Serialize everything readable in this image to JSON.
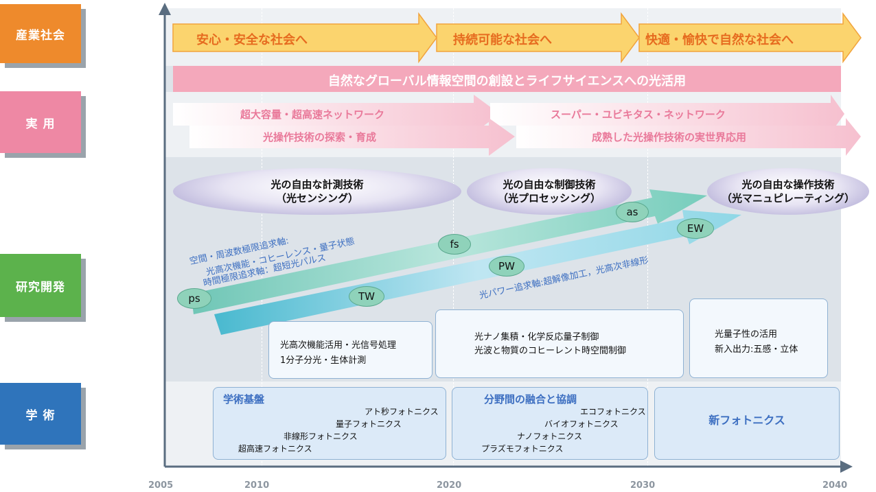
{
  "categories": {
    "industry": "産業社会",
    "practical": "実 用",
    "rnd": "研究開発",
    "academic": "学 術"
  },
  "society_arrows": [
    "安心・安全な社会へ",
    "持続可能な社会へ",
    "快適・愉快で自然な社会へ"
  ],
  "main_banner": "自然なグローバル情報空間の創設とライフサイエンスへの光活用",
  "practical_arrows": {
    "row1_left": "超大容量・超高速ネットワーク",
    "row1_right": "スーパー・ユビキタス・ネットワーク",
    "row2_left": "光操作技術の探索・育成",
    "row2_right": "成熟した光操作技術の実世界応用"
  },
  "ellipses": [
    {
      "title": "光の自由な計測技術",
      "sub": "（光センシング）"
    },
    {
      "title": "光の自由な制御技術",
      "sub": "（光プロセッシング）"
    },
    {
      "title": "光の自由な操作技術",
      "sub": "（光マニュピレーティング）"
    }
  ],
  "markers": [
    "ps",
    "fs",
    "as",
    "TW",
    "PW",
    "EW"
  ],
  "axis_text": {
    "upper1": "空間・周波数極限追求軸:",
    "upper2": "光高次機能・コヒーレンス・量子状態",
    "upper3": "時間極限追求軸：超短光パルス",
    "lower": "光パワー追求軸:超解像加工，光高次非線形"
  },
  "rnd_boxes": [
    {
      "line1": "光高次機能活用・光信号処理",
      "line2": "1分子分光・生体計測"
    },
    {
      "line1": "光ナノ集積・化学反応量子制御",
      "line2": "光波と物質のコヒーレント時空間制御"
    },
    {
      "line1": "光量子性の活用",
      "line2": "新入出力:五感・立体"
    }
  ],
  "academic_boxes": [
    {
      "title": "学術基盤",
      "items": [
        "アト秒フォトニクス",
        "量子フォトニクス",
        "非線形フォトニクス",
        "超高速フォトニクス"
      ]
    },
    {
      "title": "分野間の融合と協調",
      "items": [
        "エコフォトニクス",
        "バイオフォトニクス",
        "ナノフォトニクス",
        "プラズモフォトニクス"
      ]
    },
    {
      "title": "新フォトニクス"
    }
  ],
  "x_axis_labels": [
    "2005",
    "2010",
    "2020",
    "2030",
    "2040"
  ],
  "colors": {
    "industry": "#ee8a2c",
    "practical": "#ee88a4",
    "rnd": "#5cb24c",
    "academic": "#2f74bb",
    "society_arrow": "#fbd46e",
    "banner": "#f4a8bb",
    "marker": "#8fd2ba"
  }
}
